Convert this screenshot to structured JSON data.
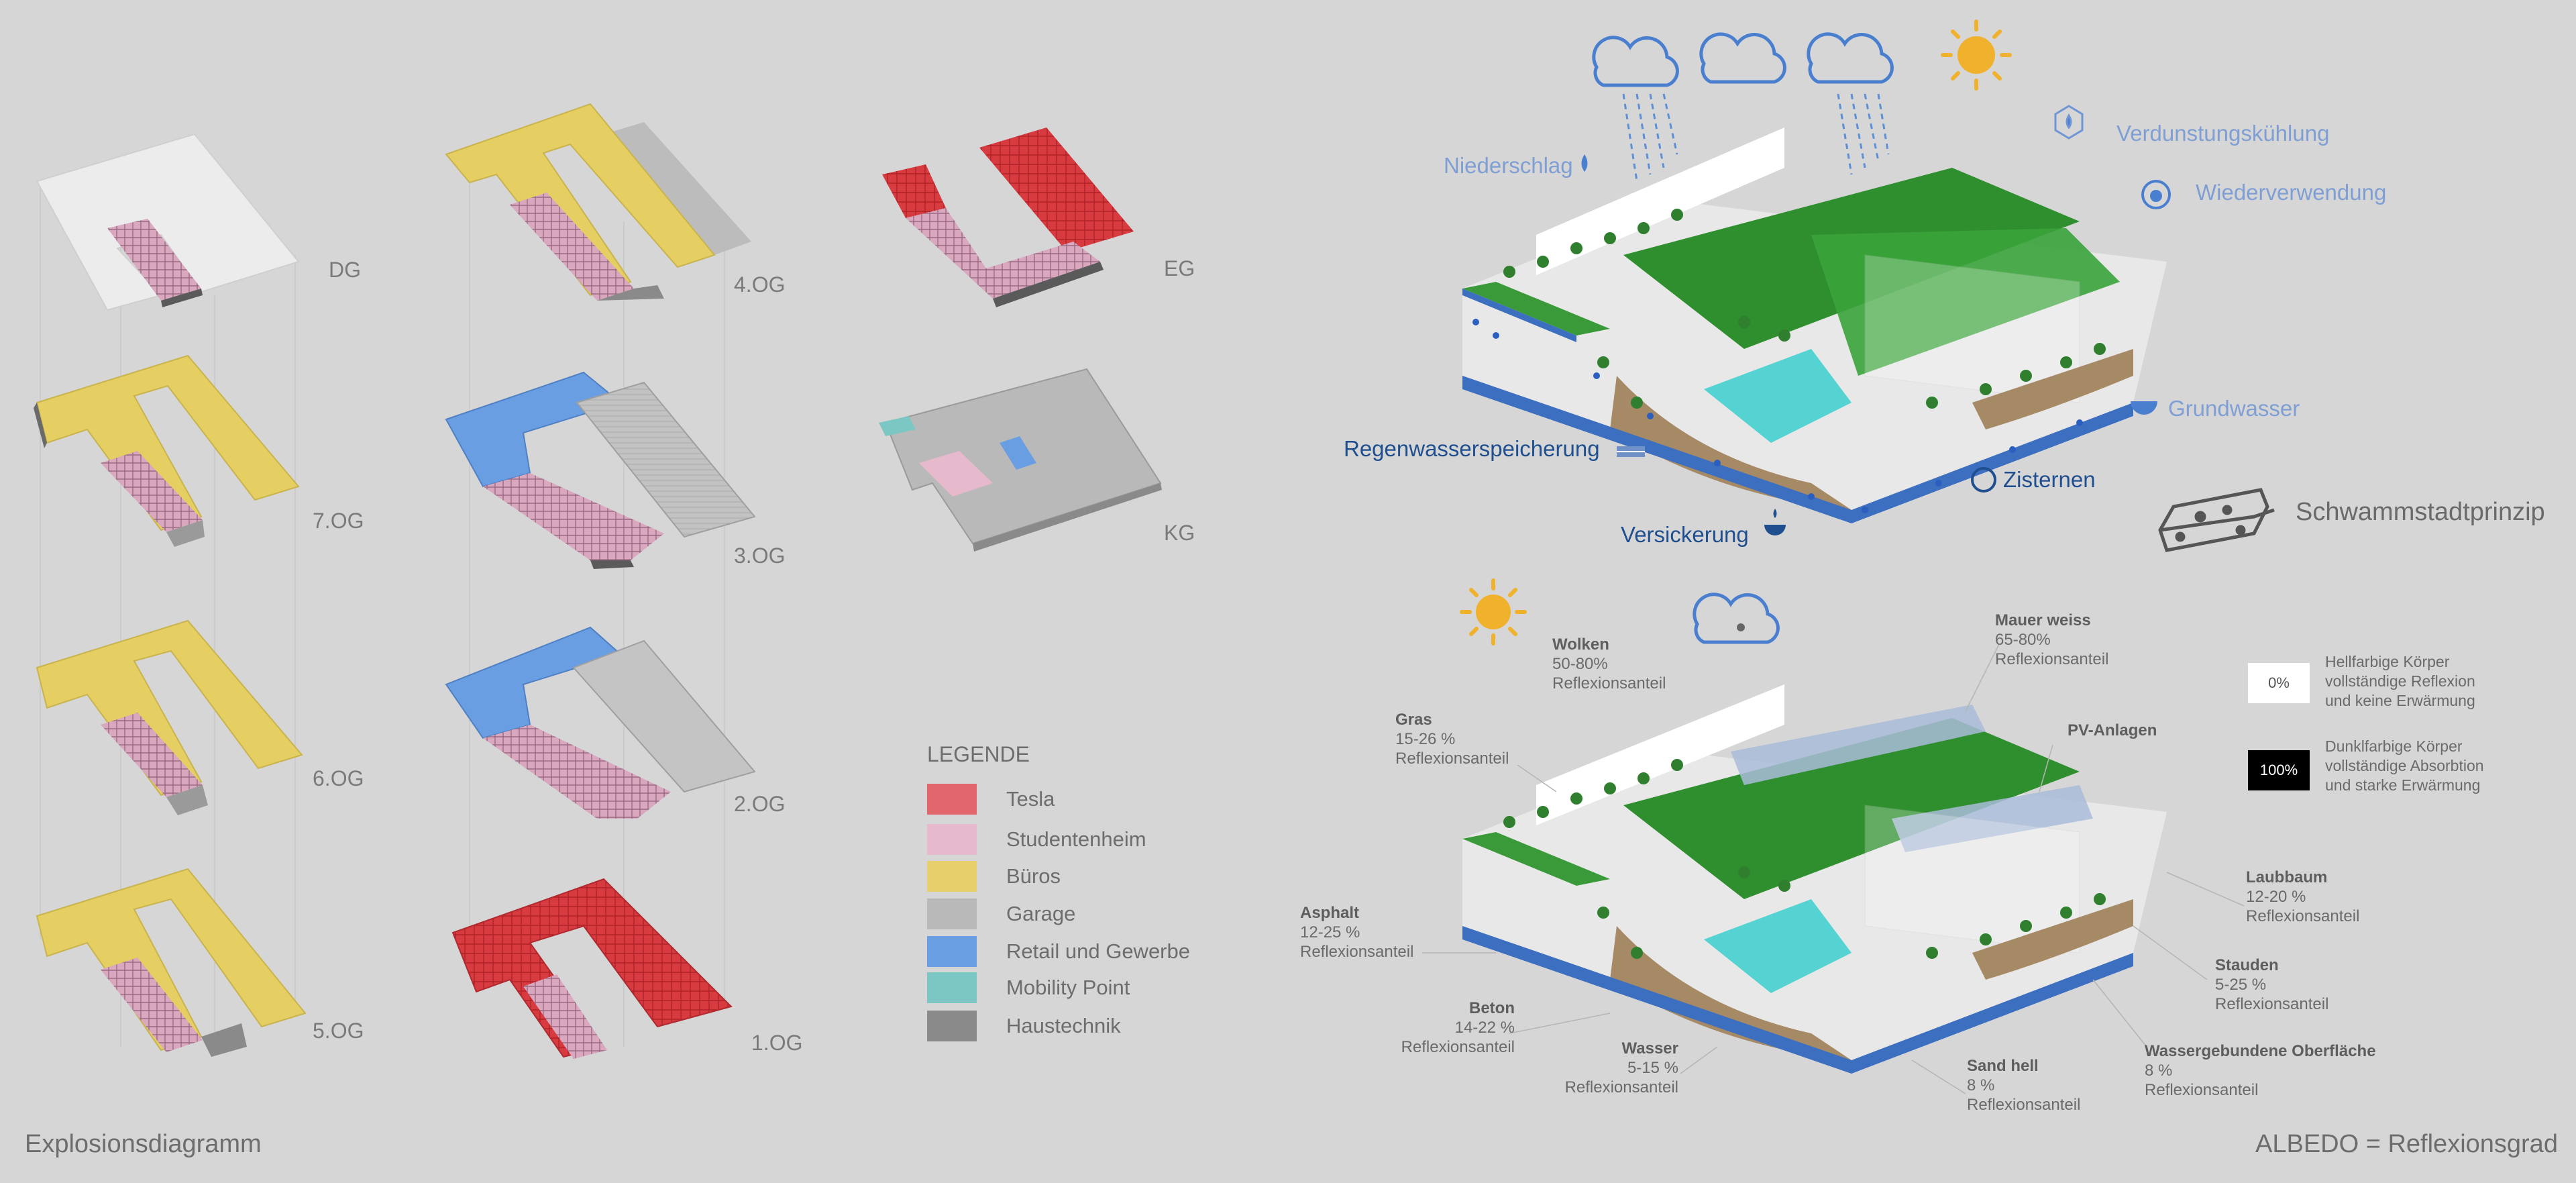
{
  "colors": {
    "tesla": "#e2676c",
    "student": "#e6b9cc",
    "buero": "#e7d06c",
    "garage": "#b9b9b9",
    "retail": "#6a9ee3",
    "mobility": "#7cc7c4",
    "technik": "#8a8a8a",
    "green": "#3c9c3c",
    "water_blue": "#4a7fd0"
  },
  "floors": {
    "dg": "DG",
    "og7": "7.OG",
    "og6": "6.OG",
    "og5": "5.OG",
    "og4": "4.OG",
    "og3": "3.OG",
    "og2": "2.OG",
    "og1": "1.OG",
    "eg": "EG",
    "kg": "KG"
  },
  "legend": {
    "title": "LEGENDE",
    "items": [
      "Tesla",
      "Studentenheim",
      "Büros",
      "Garage",
      "Retail und Gewerbe",
      "Mobility Point",
      "Haustechnik"
    ]
  },
  "captions": {
    "left": "Explosionsdiagramm",
    "right": "ALBEDO = Reflexionsgrad"
  },
  "sponge": {
    "niederschlag": "Niederschlag",
    "verdunstung": "Verdunstungskühlung",
    "wiederverwendung": "Wiederverwendung",
    "grundwasser": "Grundwasser",
    "regenwasser": "Regenwasserspeicherung",
    "zisternen": "Zisternen",
    "versickerung": "Versickerung",
    "principle": "Schwammstadtprinzip"
  },
  "albedo": {
    "wolken": {
      "name": "Wolken",
      "value": "50-80%",
      "unit": "Reflexionsanteil"
    },
    "gras": {
      "name": "Gras",
      "value": "15-26 %",
      "unit": "Reflexionsanteil"
    },
    "asphalt": {
      "name": "Asphalt",
      "value": "12-25 %",
      "unit": "Reflexionsanteil"
    },
    "beton": {
      "name": "Beton",
      "value": "14-22 %",
      "unit": "Reflexionsanteil"
    },
    "wasser": {
      "name": "Wasser",
      "value": "5-15 %",
      "unit": "Reflexionsanteil"
    },
    "sand": {
      "name": "Sand hell",
      "value": "8 %",
      "unit": "Reflexionsanteil"
    },
    "wasserfl": {
      "name": "Wassergebundene Oberfläche",
      "value": "8 %",
      "unit": "Reflexionsanteil"
    },
    "stauden": {
      "name": "Stauden",
      "value": "5-25 %",
      "unit": "Reflexionsanteil"
    },
    "laubbaum": {
      "name": "Laubbaum",
      "value": "12-20 %",
      "unit": "Reflexionsanteil"
    },
    "mauer": {
      "name": "Mauer weiss",
      "value": "65-80%",
      "unit": "Reflexionsanteil"
    },
    "pv": {
      "name": "PV-Anlagen"
    }
  },
  "key": {
    "light_value": "0%",
    "light_lines": [
      "Hellfarbige Körper",
      "vollständige Reflexion",
      "und keine Erwärmung"
    ],
    "dark_value": "100%",
    "dark_lines": [
      "Dunklfarbige Körper",
      "vollständige Absorbtion",
      "und starke Erwärmung"
    ]
  }
}
